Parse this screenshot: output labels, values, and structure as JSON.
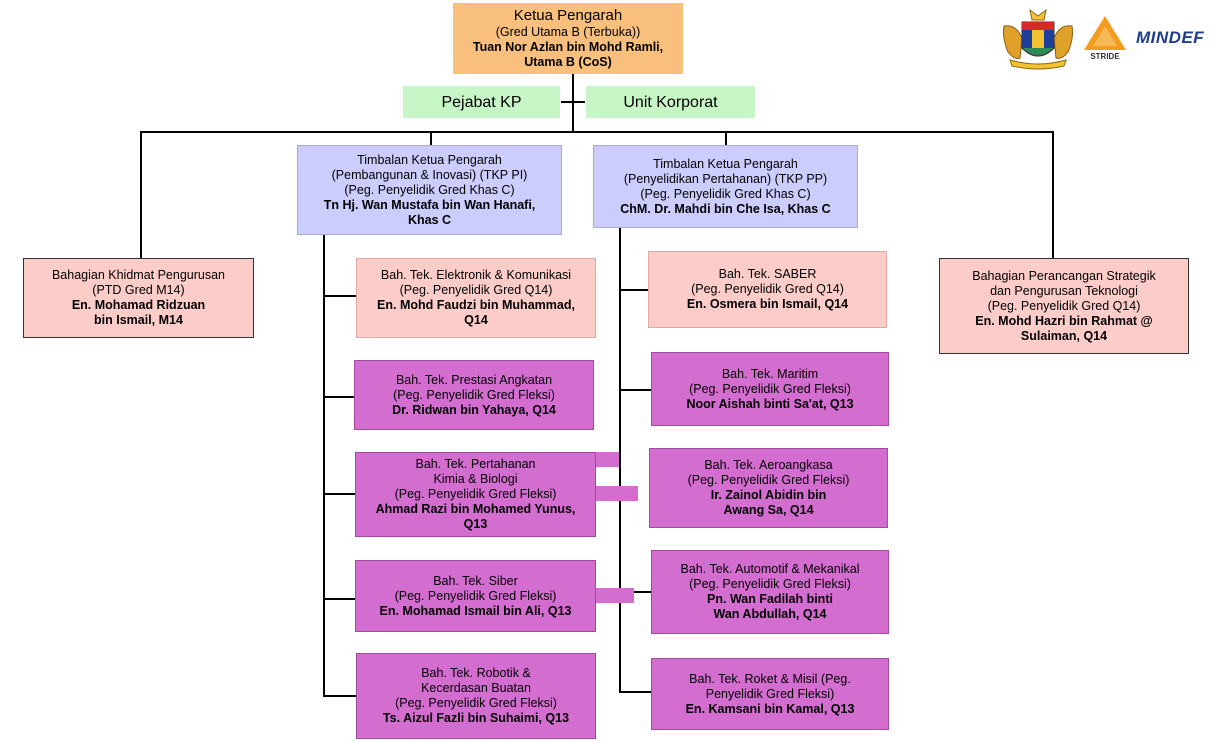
{
  "head": {
    "title": "Ketua Pengarah",
    "grade": "(Gred Utama B (Terbuka))",
    "name_line1": "Tuan Nor Azlan bin Mohd Ramli,",
    "name_line2": "Utama B (CoS)"
  },
  "pejabat": "Pejabat KP",
  "korporat": "Unit Korporat",
  "tkp_pi": {
    "line1": "Timbalan Ketua Pengarah",
    "line2": "(Pembangunan & Inovasi) (TKP PI)",
    "line3": "(Peg. Penyelidik Gred Khas C)",
    "name1": "Tn Hj. Wan Mustafa bin Wan Hanafi,",
    "name2": "Khas C"
  },
  "tkp_pp": {
    "line1": "Timbalan Ketua Pengarah",
    "line2": "(Penyelidikan Pertahanan) (TKP PP)",
    "line3": "(Peg. Penyelidik Gred Khas C)",
    "name1": "ChM. Dr. Mahdi bin Che Isa, Khas C"
  },
  "bkp": {
    "line1": "Bahagian Khidmat Pengurusan",
    "line2": "(PTD Gred M14)",
    "name1": "En. Mohamad Ridzuan",
    "name2": "bin Ismail, M14"
  },
  "bpst": {
    "line1": "Bahagian Perancangan Strategik",
    "line2": "dan Pengurusan Teknologi",
    "line3": "(Peg. Penyelidik Gred Q14)",
    "name1": "En. Mohd Hazri bin Rahmat @",
    "name2": "Sulaiman, Q14"
  },
  "left_units": [
    {
      "l1": "Bah. Tek. Elektronik & Komunikasi",
      "l2": "(Peg. Penyelidik Gred Q14)",
      "n1": "En. Mohd Faudzi bin Muhammad,",
      "n2": "Q14"
    },
    {
      "l1": "Bah. Tek. Prestasi Angkatan",
      "l2": "(Peg. Penyelidik Gred Fleksi)",
      "n1": "Dr. Ridwan bin Yahaya, Q14"
    },
    {
      "l1": "Bah. Tek. Pertahanan",
      "l1b": "Kimia & Biologi",
      "l2": "(Peg. Penyelidik Gred Fleksi)",
      "n1": "Ahmad Razi bin Mohamed Yunus,",
      "n2": "Q13"
    },
    {
      "l1": "Bah. Tek. Siber",
      "l2": "(Peg. Penyelidik Gred Fleksi)",
      "n1": "En. Mohamad Ismail bin Ali, Q13"
    },
    {
      "l1": "Bah. Tek. Robotik &",
      "l1b": "Kecerdasan Buatan",
      "l2": "(Peg. Penyelidik Gred Fleksi)",
      "n1": "Ts. Aizul Fazli bin Suhaimi, Q13"
    }
  ],
  "right_units": [
    {
      "l1": "Bah. Tek. SABER",
      "l2": "(Peg. Penyelidik Gred Q14)",
      "n1": "En. Osmera bin Ismail, Q14"
    },
    {
      "l1": "Bah. Tek. Maritim",
      "l2": "(Peg. Penyelidik Gred Fleksi)",
      "n1": "Noor Aishah binti Sa'at, Q13"
    },
    {
      "l1": "Bah. Tek. Aeroangkasa",
      "l2": "(Peg. Penyelidik Gred Fleksi)",
      "n1": "Ir. Zainol Abidin bin",
      "n2": "Awang Sa, Q14"
    },
    {
      "l1": "Bah. Tek. Automotif & Mekanikal",
      "l2": "(Peg. Penyelidik Gred Fleksi)",
      "n1": "Pn. Wan Fadilah binti",
      "n2": "Wan Abdullah, Q14"
    },
    {
      "l1": "Bah. Tek. Roket & Misil (Peg.",
      "l2": "Penyelidik Gred Fleksi)",
      "n1": "En. Kamsani bin Kamal, Q13"
    }
  ],
  "logos": {
    "stride": "STRIDE",
    "mindef": "MINDEF"
  },
  "colors": {
    "head": "#f9bf7d",
    "office": "#c6f5c6",
    "deputy": "#cccdfd",
    "division": "#fccdc8",
    "fleksi_unit": "#d46dd0"
  }
}
